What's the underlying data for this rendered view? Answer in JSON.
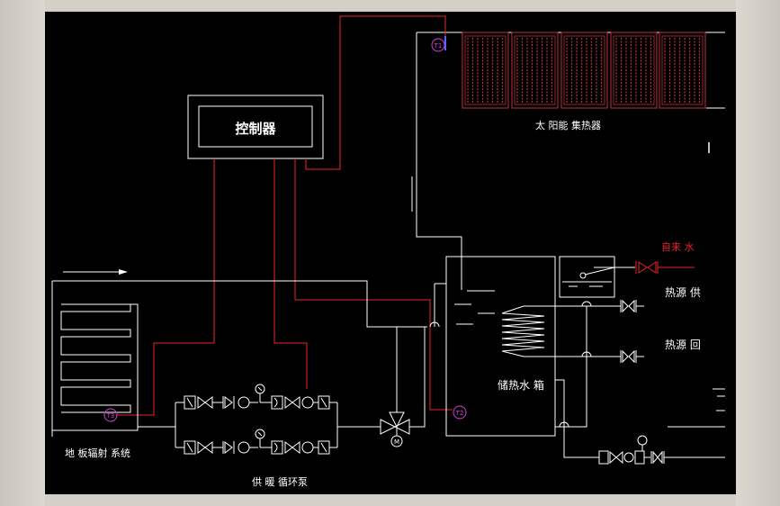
{
  "labels": {
    "controller": "控制器",
    "solar_collector": "太 阳能  集热器",
    "tap_water": "自来 水",
    "heat_supply": "热源 供",
    "heat_return": "热源 回",
    "storage_tank": "储热水 箱",
    "floor_radiant": "地 板辐射  系统",
    "circulation_pump": "供 暖  循环泵"
  },
  "sensors": {
    "t1": "T1",
    "t2": "T2",
    "t3": "T3"
  },
  "valve_motor": "M",
  "colors": {
    "background": "#000000",
    "line": "#ffffff",
    "signal": "#e8242b",
    "sensor": "#d63fd6",
    "collector": "#b8333a"
  }
}
